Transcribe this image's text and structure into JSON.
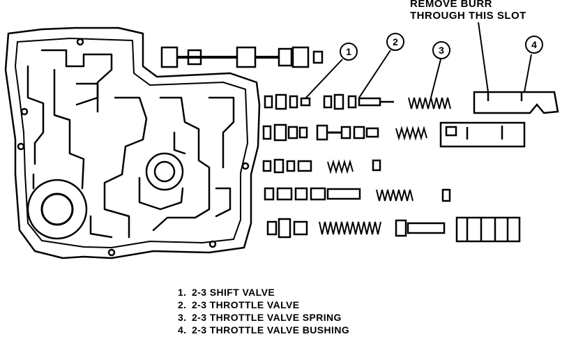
{
  "callout_note": {
    "line1": "REMOVE BURR",
    "line2": "THROUGH THIS SLOT"
  },
  "callouts": [
    "1",
    "2",
    "3",
    "4"
  ],
  "legend": [
    {
      "num": "1.",
      "text": "2-3 SHIFT VALVE"
    },
    {
      "num": "2.",
      "text": "2-3 THROTTLE VALVE"
    },
    {
      "num": "3.",
      "text": "2-3 THROTTLE VALVE SPRING"
    },
    {
      "num": "4.",
      "text": "2-3 THROTTLE VALVE BUSHING"
    }
  ]
}
